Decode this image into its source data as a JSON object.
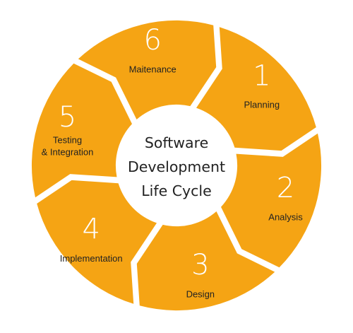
{
  "diagram": {
    "center_lines": [
      "Software",
      "Development",
      "Life Cycle"
    ],
    "accent_color": "#F5A414",
    "segments": [
      {
        "number": "1",
        "label_lines": [
          "Planning"
        ]
      },
      {
        "number": "2",
        "label_lines": [
          "Analysis"
        ]
      },
      {
        "number": "3",
        "label_lines": [
          "Design"
        ]
      },
      {
        "number": "4",
        "label_lines": [
          "Implementation"
        ]
      },
      {
        "number": "5",
        "label_lines": [
          "Testing",
          "& Integration"
        ]
      },
      {
        "number": "6",
        "label_lines": [
          "Maitenance"
        ]
      }
    ]
  }
}
